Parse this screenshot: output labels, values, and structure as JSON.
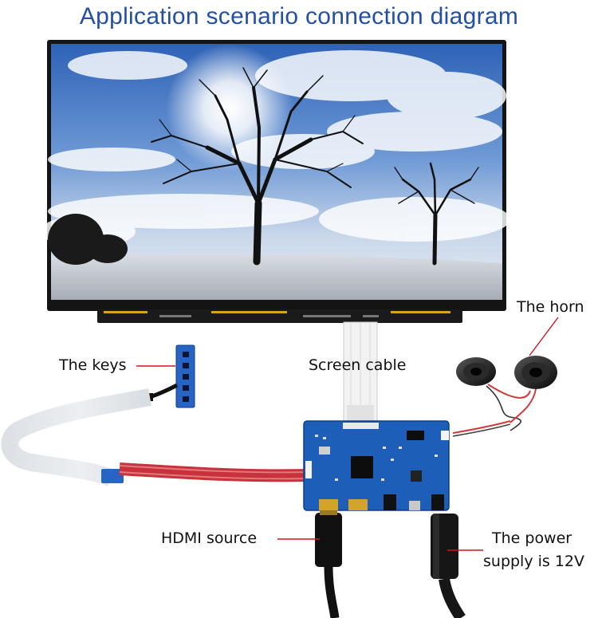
{
  "title": "Application scenario connection diagram",
  "labels": {
    "keys": "The keys",
    "screen_cable": "Screen cable",
    "horn": "The horn",
    "hdmi": "HDMI source",
    "power_line1": "The power",
    "power_line2": "supply is 12V"
  },
  "colors": {
    "title": "#2350a5",
    "pcb": "#1d5fb8",
    "leader": "#d0161c",
    "cable_red": "#c8323a",
    "bezel": "#151515"
  }
}
